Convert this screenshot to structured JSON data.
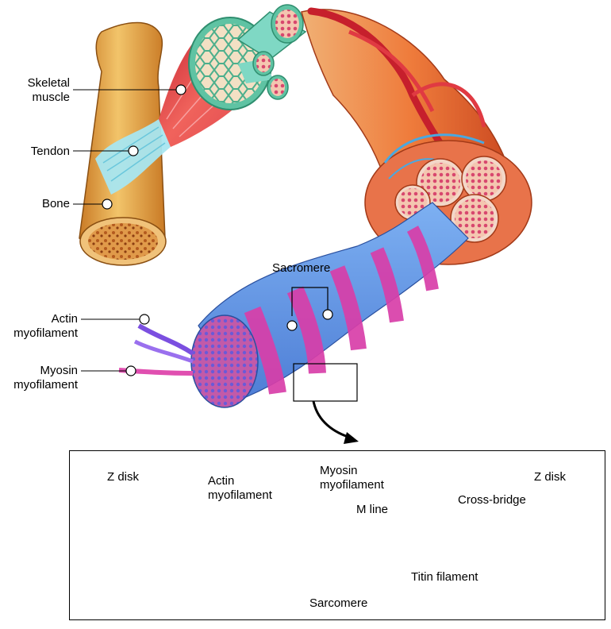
{
  "labels": {
    "skeletal_muscle": [
      "Skeletal",
      "muscle"
    ],
    "tendon": "Tendon",
    "bone": "Bone",
    "sacromere": "Sacromere",
    "actin_myofilament": [
      "Actin",
      "myofilament"
    ],
    "myosin_myofilament": [
      "Myosin",
      "myofilament"
    ]
  },
  "detail": {
    "z_disk_left": "Z disk",
    "z_disk_right": "Z disk",
    "actin_myofilament": [
      "Actin",
      "myofilament"
    ],
    "myosin_myofilament": [
      "Myosin",
      "myofilament"
    ],
    "m_line": "M line",
    "cross_bridge": "Cross-bridge",
    "titin_filament": "Titin filament",
    "sarcomere": "Sarcomere"
  },
  "colors": {
    "bone": "#e9a94b",
    "bone_marrow": "#c96a2a",
    "muscle": "#e4514f",
    "tendon": "#a8e6f0",
    "fascicle": "#5fc3a3",
    "fiber_outer": "#e8733b",
    "myofibril_pink": "#d83ea8",
    "myofibril_blue": "#7aaef0",
    "actin": "#7b4fe0",
    "myosin": "#e04fb0",
    "z_disk": "#8fe3f2"
  }
}
